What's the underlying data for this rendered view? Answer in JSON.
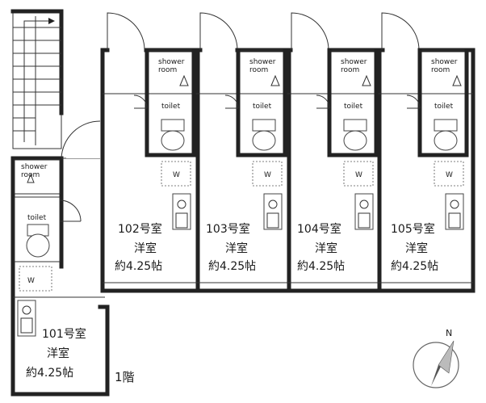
{
  "floor": {
    "label": "1階"
  },
  "compass": {
    "north_label": "N"
  },
  "fixture_labels": {
    "shower": "shower room",
    "toilet": "toilet",
    "washer": "W"
  },
  "units": [
    {
      "id": "101",
      "name": "101号室",
      "type": "洋室",
      "size": "約4.25帖"
    },
    {
      "id": "102",
      "name": "102号室",
      "type": "洋室",
      "size": "約4.25帖"
    },
    {
      "id": "103",
      "name": "103号室",
      "type": "洋室",
      "size": "約4.25帖"
    },
    {
      "id": "104",
      "name": "104号室",
      "type": "洋室",
      "size": "約4.25帖"
    },
    {
      "id": "105",
      "name": "105号室",
      "type": "洋室",
      "size": "約4.25帖"
    }
  ]
}
